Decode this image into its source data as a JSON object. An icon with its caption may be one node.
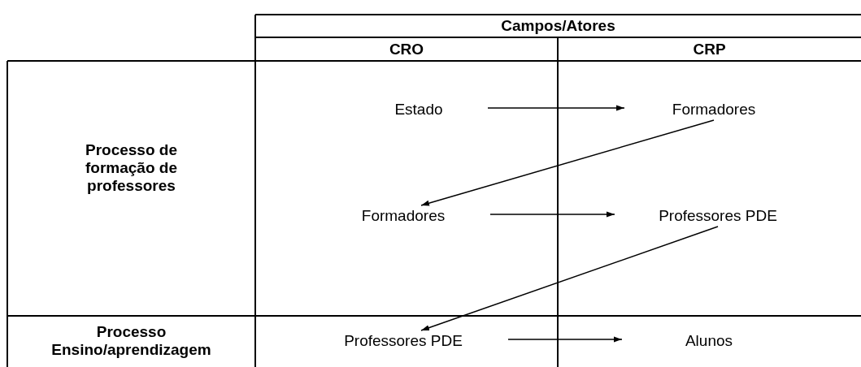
{
  "diagram": {
    "nodes": [
      {
        "text": [
          "Estado"
        ]
      },
      {
        "text": [
          "Formadores"
        ]
      },
      {
        "text": [
          "Formadores"
        ]
      },
      {
        "text": [
          "Professores PDE"
        ]
      },
      {
        "text": [
          "Professores PDE"
        ]
      },
      {
        "text": [
          "Alunos"
        ]
      }
    ],
    "edges": [
      {
        "from": 0,
        "to": 1,
        "arrow": "to"
      },
      {
        "from": 1,
        "to": 2,
        "arrow": "to"
      },
      {
        "from": 2,
        "to": 3,
        "arrow": "to"
      },
      {
        "from": 3,
        "to": 4,
        "arrow": "to"
      },
      {
        "from": 4,
        "to": 5,
        "arrow": "to"
      }
    ],
    "labels": [
      "Campos/Atores",
      "CRO",
      "CRP",
      "Processo de formação de professores",
      "Processo Ensino/aprendizagem"
    ]
  }
}
